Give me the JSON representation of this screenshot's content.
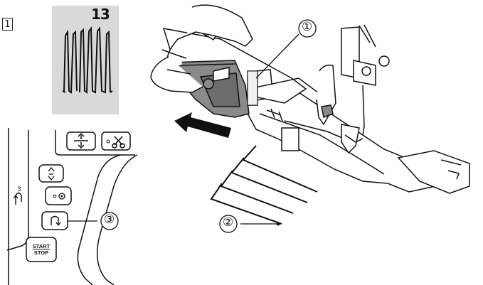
{
  "step_number": "1",
  "pattern": {
    "number": "13"
  },
  "callouts": {
    "one": "①",
    "two": "②",
    "three": "③"
  },
  "panel": {
    "reverse_label": "3",
    "start_stop": {
      "line1": "START",
      "line2": "STOP"
    }
  },
  "icons": [
    "needle-up-down-icon",
    "thread-cutter-icon",
    "stitch-adjust-icon",
    "needle-stop-icon",
    "reverse-stitch-icon",
    "start-stop-icon",
    "push-arrow-icon"
  ],
  "colors": {
    "pattern_bg": "#d9d9d9",
    "foot_gray": "#8a8a8a",
    "line": "#111111"
  }
}
